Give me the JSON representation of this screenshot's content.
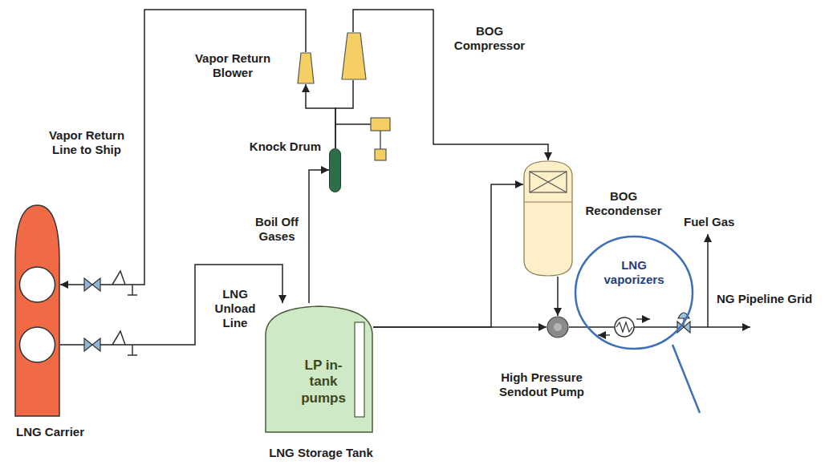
{
  "diagram": {
    "nodes": [
      {
        "text": [
          "LNG Carrier"
        ]
      },
      {
        "text": [
          "LP in-tank pumps",
          "LNG Storage Tank"
        ]
      },
      {
        "text": [
          "Knock Drum"
        ]
      },
      {
        "text": [
          "Vapor Return Blower"
        ]
      },
      {
        "text": [
          "BOG Compressor"
        ]
      },
      {
        "text": [
          "BOG Recondenser"
        ]
      },
      {
        "text": [
          "High Pressure Sendout Pump"
        ]
      },
      {
        "text": [
          "LNG vaporizers"
        ]
      }
    ],
    "edges": [
      {
        "from": 0,
        "to": 1,
        "arrow": "to"
      },
      {
        "from": 1,
        "to": 2,
        "arrow": "to"
      },
      {
        "from": 2,
        "to": 3,
        "arrow": "to"
      },
      {
        "from": 2,
        "to": 4,
        "arrow": "none"
      },
      {
        "from": 3,
        "to": 0,
        "arrow": "to"
      },
      {
        "from": 4,
        "to": 5,
        "arrow": "to"
      },
      {
        "from": 1,
        "to": 5,
        "arrow": "to"
      },
      {
        "from": 1,
        "to": 6,
        "arrow": "to"
      },
      {
        "from": 5,
        "to": 6,
        "arrow": "to"
      },
      {
        "from": 6,
        "to": 7,
        "arrow": "none"
      }
    ],
    "labels": [
      "Vapor Return Line to Ship",
      "LNG Unload Line",
      "Boil Off Gases",
      "Fuel Gas",
      "NG Pipeline Grid"
    ]
  }
}
